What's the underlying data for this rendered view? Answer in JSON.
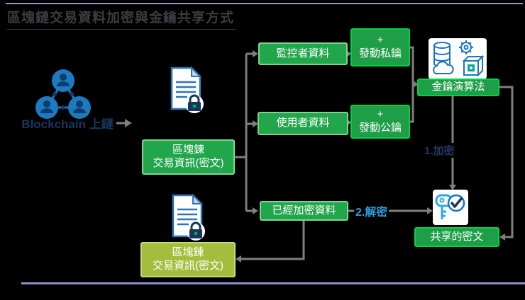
{
  "title": "區塊鏈交易資料加密與金鑰共享方式",
  "left": {
    "blockchain_label": "Blockchain 上鏈"
  },
  "boxes": {
    "source_top": {
      "line1": "區塊鍊",
      "line2": "交易資訊(密文)"
    },
    "monitor_data": "監控者資料",
    "launch_private_key": {
      "plus": "+",
      "label": "發動私鑰"
    },
    "user_data": "使用者資料",
    "launch_public_key": {
      "plus": "+",
      "label": "發動公鑰"
    },
    "encrypted_data": "已經加密資料",
    "key_algorithm": "金鑰演算法",
    "shared_ciphertext": "共享的密文",
    "source_bottom": {
      "line1": "區塊鍊",
      "line2": "交易資訊(密文)"
    }
  },
  "flow_labels": {
    "step1_encrypt": "1.加密",
    "step2_decrypt": "2.解密"
  },
  "icons": {
    "network": "blockchain-network-icon",
    "document_top": "document-lock-icon",
    "document_bottom": "document-lock-icon",
    "algorithm": "key-algorithm-icon",
    "key": "key-check-icon"
  },
  "colors": {
    "background": "#000000",
    "green_fill": "#21A64C",
    "green_border_soft": "#7FD492",
    "green_border_bright": "#00D348",
    "olive_fill": "#A4BD3C",
    "accent_blue": "#1B75BC",
    "navy_text": "#17365D",
    "step_blue": "#2F9BD8",
    "connector_gray": "#7F7F7F",
    "divider_lavender": "#9897CB"
  }
}
